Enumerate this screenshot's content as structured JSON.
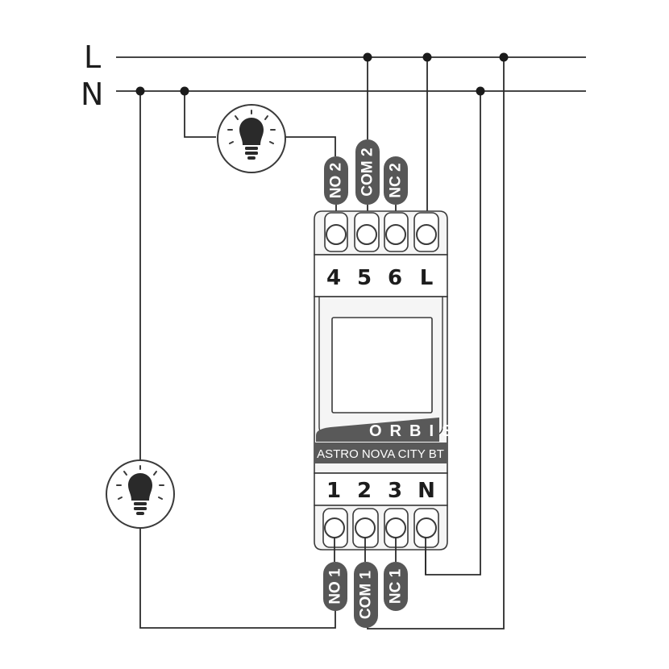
{
  "bus": {
    "line_label": "L",
    "neutral_label": "N"
  },
  "device": {
    "brand": "ORBIS",
    "model": "ASTRO NOVA CITY BT",
    "top_terminals": [
      "4",
      "5",
      "6",
      "L"
    ],
    "bottom_terminals": [
      "1",
      "2",
      "3",
      "N"
    ]
  },
  "tags": {
    "top": [
      "NO 2",
      "COM 2",
      "NC 2"
    ],
    "bottom": [
      "NO 1",
      "COM 1",
      "NC 1"
    ]
  },
  "icons": {
    "lamp": "light-bulb-icon"
  },
  "colors": {
    "wire": "#2b2b2b",
    "tag": "#575757",
    "band": "#595959"
  }
}
